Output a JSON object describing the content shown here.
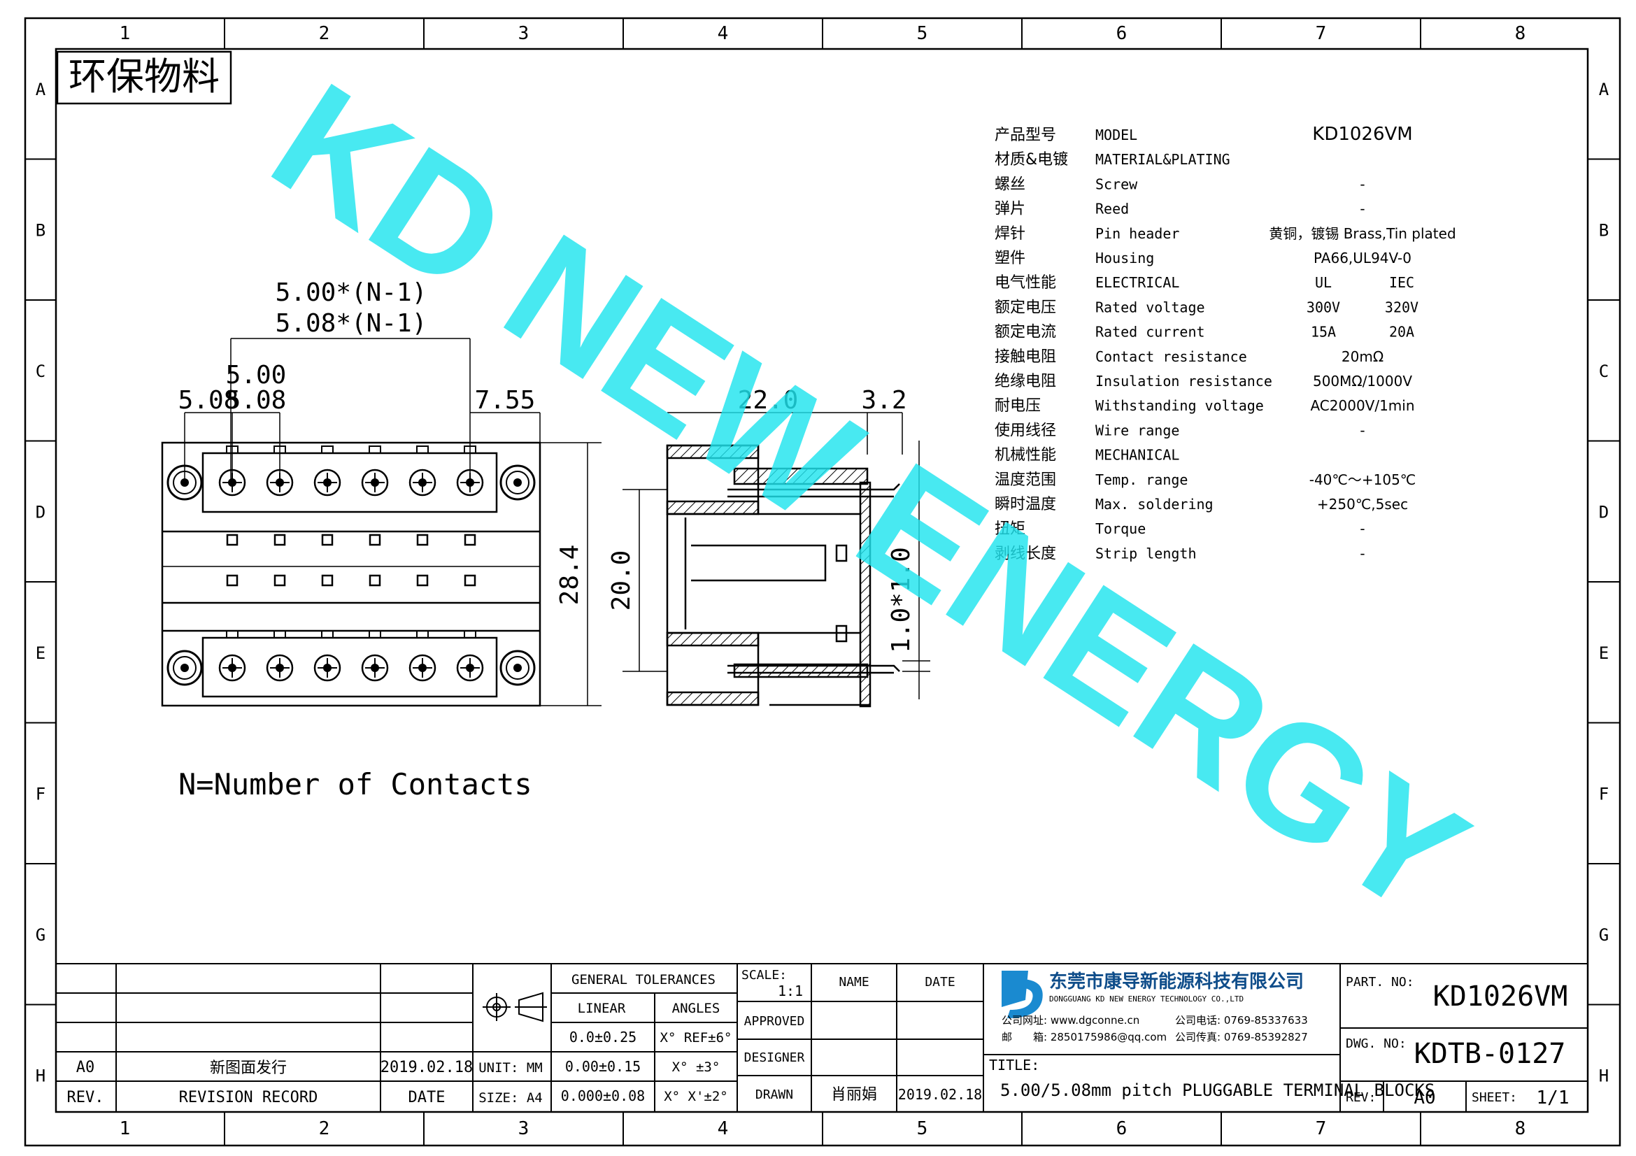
{
  "frame": {
    "columns": [
      "1",
      "2",
      "3",
      "4",
      "5",
      "6",
      "7",
      "8"
    ],
    "rows": [
      "A",
      "B",
      "C",
      "D",
      "E",
      "F",
      "G",
      "H"
    ]
  },
  "stamp": "环保物料",
  "watermark": "KD NEW ENERGY",
  "note": "N=Number of Contacts",
  "dimensions": {
    "pitch_500": "5.00*(N-1)",
    "pitch_508": "5.08*(N-1)",
    "d_500": "5.00",
    "d_508_a": "5.08",
    "d_508_b": "5.08",
    "d_755": "7.55",
    "d_220": "22.0",
    "d_32": "3.2",
    "d_284": "28.4",
    "d_200": "20.0",
    "d_10": "1.0*1.0"
  },
  "specs": [
    {
      "cn": "产品型号",
      "en": "MODEL",
      "v1": "KD1026VM",
      "v2": ""
    },
    {
      "cn": "材质&电镀",
      "en": "MATERIAL&PLATING",
      "v1": "",
      "v2": ""
    },
    {
      "cn": "螺丝",
      "en": "Screw",
      "v1": "-",
      "v2": ""
    },
    {
      "cn": "弹片",
      "en": "Reed",
      "v1": "-",
      "v2": ""
    },
    {
      "cn": "焊针",
      "en": "Pin header",
      "v1": "黄铜，镀锡 Brass,Tin plated",
      "v2": ""
    },
    {
      "cn": "塑件",
      "en": "Housing",
      "v1": "PA66,UL94V-0",
      "v2": ""
    },
    {
      "cn": "电气性能",
      "en": "ELECTRICAL",
      "v1": "UL",
      "v2": "IEC"
    },
    {
      "cn": "额定电压",
      "en": "Rated voltage",
      "v1": "300V",
      "v2": "320V"
    },
    {
      "cn": "额定电流",
      "en": "Rated current",
      "v1": "15A",
      "v2": "20A"
    },
    {
      "cn": "接触电阻",
      "en": "Contact resistance",
      "v1": "20mΩ",
      "v2": ""
    },
    {
      "cn": "绝缘电阻",
      "en": "Insulation resistance",
      "v1": "500MΩ/1000V",
      "v2": ""
    },
    {
      "cn": "耐电压",
      "en": "Withstanding voltage",
      "v1": "AC2000V/1min",
      "v2": ""
    },
    {
      "cn": "使用线径",
      "en": "Wire range",
      "v1": "-",
      "v2": ""
    },
    {
      "cn": "机械性能",
      "en": "MECHANICAL",
      "v1": "",
      "v2": ""
    },
    {
      "cn": "温度范围",
      "en": "Temp. range",
      "v1": "-40℃～+105℃",
      "v2": ""
    },
    {
      "cn": "瞬时温度",
      "en": "Max. soldering",
      "v1": "+250℃,5sec",
      "v2": ""
    },
    {
      "cn": "扭矩",
      "en": "Torque",
      "v1": "-",
      "v2": ""
    },
    {
      "cn": "剥线长度",
      "en": "Strip length",
      "v1": "-",
      "v2": ""
    }
  ],
  "title_block": {
    "rev_code": "A0",
    "rev_desc": "新图面发行",
    "rev_date": "2019.02.18",
    "rev_label": "REV.",
    "revision_record_label": "REVISION RECORD",
    "date_label": "DATE",
    "unit": "UNIT: MM",
    "size": "SIZE: A4",
    "general_tolerances": "GENERAL TOLERANCES",
    "linear": "LINEAR",
    "angles": "ANGLES",
    "tol1": "0.0±0.25",
    "tol2": "0.00±0.15",
    "tol3": "0.000±0.08",
    "ang1": "X° REF±6°",
    "ang2": "X° ±3°",
    "ang3": "X° X'±2°",
    "scale_label": "SCALE:",
    "scale_value": "1:1",
    "approved": "APPROVED",
    "designer": "DESIGNER",
    "drawn": "DRAWN",
    "name_label": "NAME",
    "date_col": "DATE",
    "drawn_name": "肖丽娟",
    "drawn_date": "2019.02.18",
    "company_cn": "东莞市康导新能源科技有限公司",
    "company_en": "DONGGUANG KD NEW ENERGY TECHNOLOGY CO.,LTD",
    "website": "公司网址: www.dgconne.cn",
    "phone": "公司电话: 0769-85337633",
    "email": "邮　　箱: 2850175986@qq.com",
    "fax": "公司传真: 0769-85392827",
    "title_label": "TITLE:",
    "title": "5.00/5.08mm pitch PLUGGABLE TERMINAL BLOCKS",
    "part_no_label": "PART. NO:",
    "part_no": "KD1026VM",
    "dwg_no_label": "DWG. NO:",
    "dwg_no": "KDTB-0127",
    "rev2_label": "REV:",
    "rev2": "A0",
    "sheet_label": "SHEET:",
    "sheet": "1/1"
  }
}
